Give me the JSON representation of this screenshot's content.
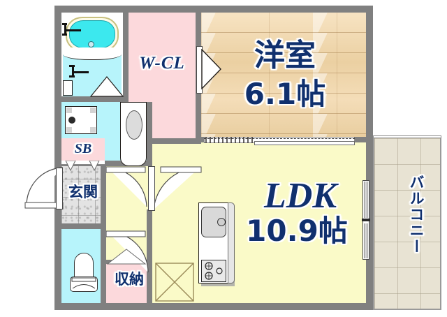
{
  "plan": {
    "title": "間取り図",
    "type": "floor-plan",
    "rooms": [
      {
        "key": "bedroom",
        "label_line1": "洋室",
        "label_line2": "6.1帖",
        "floor": "wood",
        "color": "#f0d6a8"
      },
      {
        "key": "ldk",
        "label_line1": "LDK",
        "label_line2": "10.9帖",
        "floor": "yellow",
        "color": "#fafac8"
      },
      {
        "key": "wcl",
        "label_line1": "W-CL",
        "label_line2": "",
        "floor": "pink",
        "color": "#fcd9dc"
      },
      {
        "key": "entrance",
        "label_line1": "玄関",
        "label_line2": "",
        "floor": "tile",
        "color": "#e3e3e3"
      },
      {
        "key": "storage",
        "label_line1": "収納",
        "label_line2": "",
        "floor": "pink",
        "color": "#fcd9dc"
      },
      {
        "key": "sb",
        "label_line1": "SB",
        "label_line2": "",
        "floor": "pink",
        "color": "#fcd9dc"
      },
      {
        "key": "balcony",
        "label_line1": "バルコニー",
        "label_line2": "",
        "floor": "balcony",
        "color": "#e8e3d3"
      },
      {
        "key": "bath",
        "label_line1": "",
        "label_line2": "",
        "floor": "cyan",
        "color": "#b7f4fb"
      },
      {
        "key": "washroom",
        "label_line1": "",
        "label_line2": "",
        "floor": "cyan",
        "color": "#b7f4fb"
      },
      {
        "key": "toilet",
        "label_line1": "",
        "label_line2": "",
        "floor": "cyan",
        "color": "#b7f4fb"
      },
      {
        "key": "hallway",
        "label_line1": "",
        "label_line2": "",
        "floor": "yellow",
        "color": "#fafac8"
      }
    ],
    "labels": {
      "bedroom_name": "洋室",
      "bedroom_size": "6.1帖",
      "ldk_name": "LDK",
      "ldk_size": "10.9帖",
      "wcl": "W-CL",
      "entrance": "玄関",
      "storage": "収納",
      "sb": "SB",
      "balcony": "バルコニー"
    },
    "fixtures": [
      {
        "name": "bathtub",
        "room": "bath"
      },
      {
        "name": "shower-faucet",
        "room": "bath"
      },
      {
        "name": "washer-pan",
        "room": "washroom"
      },
      {
        "name": "vanity-sink",
        "room": "washroom"
      },
      {
        "name": "toilet",
        "room": "toilet"
      },
      {
        "name": "kitchen-sink",
        "room": "ldk"
      },
      {
        "name": "gas-stove",
        "room": "ldk"
      },
      {
        "name": "floor-hatch",
        "room": "ldk"
      }
    ],
    "doors": [
      {
        "name": "entrance-door",
        "type": "swing-out"
      },
      {
        "name": "washroom-door",
        "type": "swing"
      },
      {
        "name": "ldk-door",
        "type": "swing"
      },
      {
        "name": "toilet-door",
        "type": "swing"
      },
      {
        "name": "storage-door",
        "type": "swing"
      },
      {
        "name": "wcl-door",
        "type": "folding"
      },
      {
        "name": "balcony-door",
        "type": "sliding-glass"
      },
      {
        "name": "bedroom-door",
        "type": "sliding"
      },
      {
        "name": "bath-door",
        "type": "folding"
      }
    ],
    "colors": {
      "wall": "#808080",
      "label_text": "#10306e",
      "ldk_floor": "#fafac8",
      "closet_floor": "#fcd9dc",
      "water_floor": "#b7f4fb",
      "wood_floor": "#f0d6a8",
      "balcony_floor": "#e8e3d3",
      "tile_floor": "#e3e3e3"
    }
  }
}
